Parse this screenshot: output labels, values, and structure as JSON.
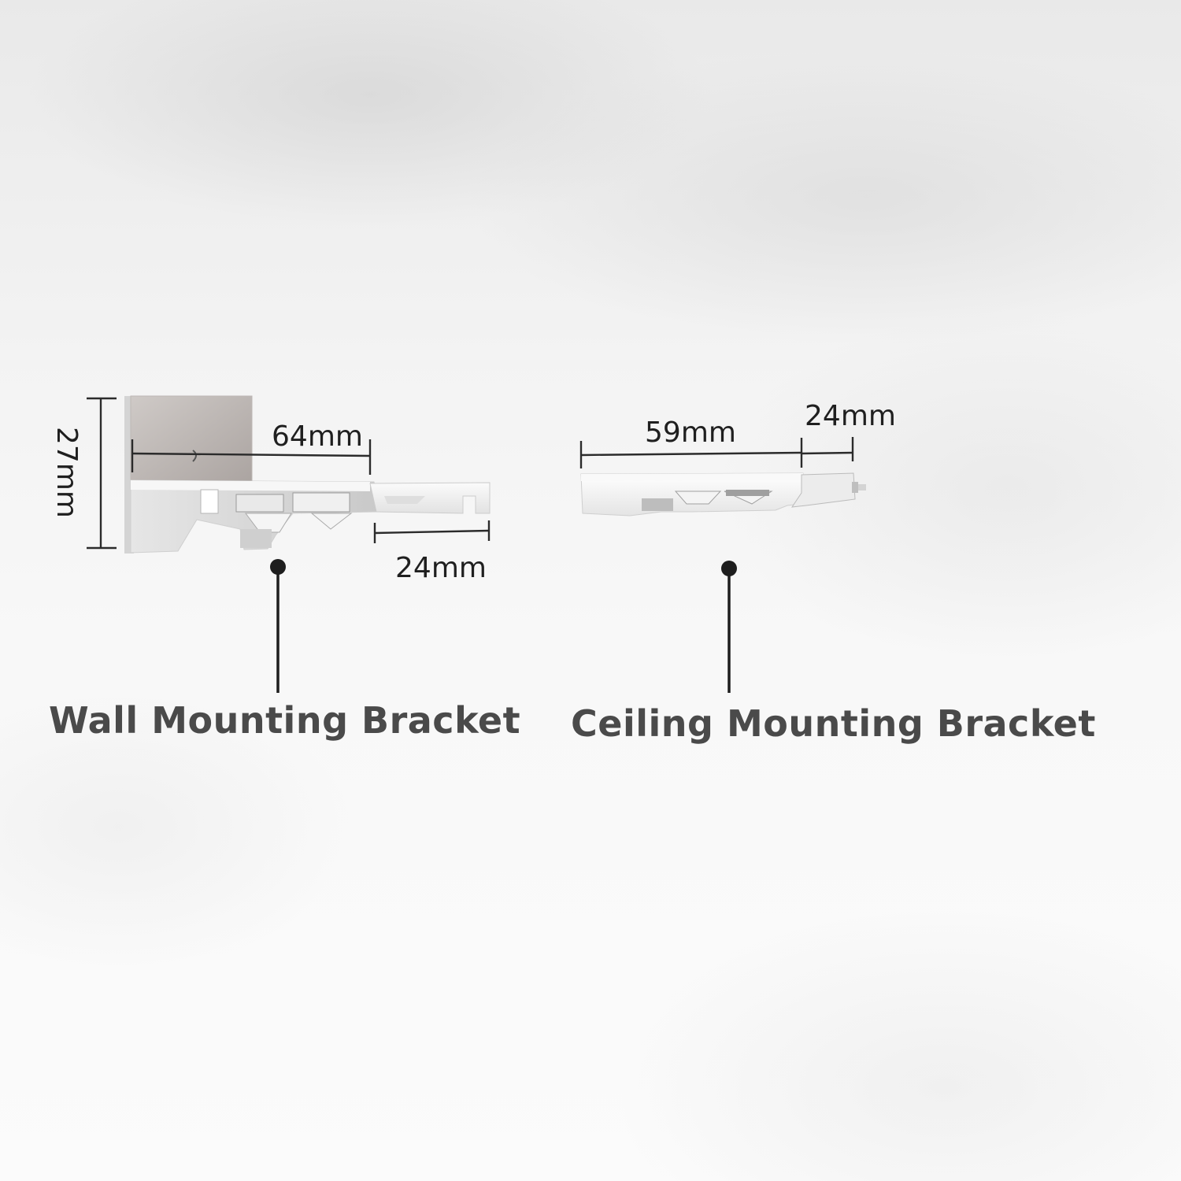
{
  "labels": {
    "wall_caption": "Wall Mounting Bracket",
    "ceiling_caption": "Ceiling Mounting Bracket"
  },
  "dimensions": {
    "wall_height": "27mm",
    "wall_length": "64mm",
    "wall_extension": "24mm",
    "ceiling_length": "59mm",
    "ceiling_extension": "24mm"
  },
  "colors": {
    "caption": "#4a4a4a",
    "dimension": "#2b2b2b",
    "bracket_plate": "#b9b3b0",
    "bracket_body": "#f1f1f1"
  }
}
